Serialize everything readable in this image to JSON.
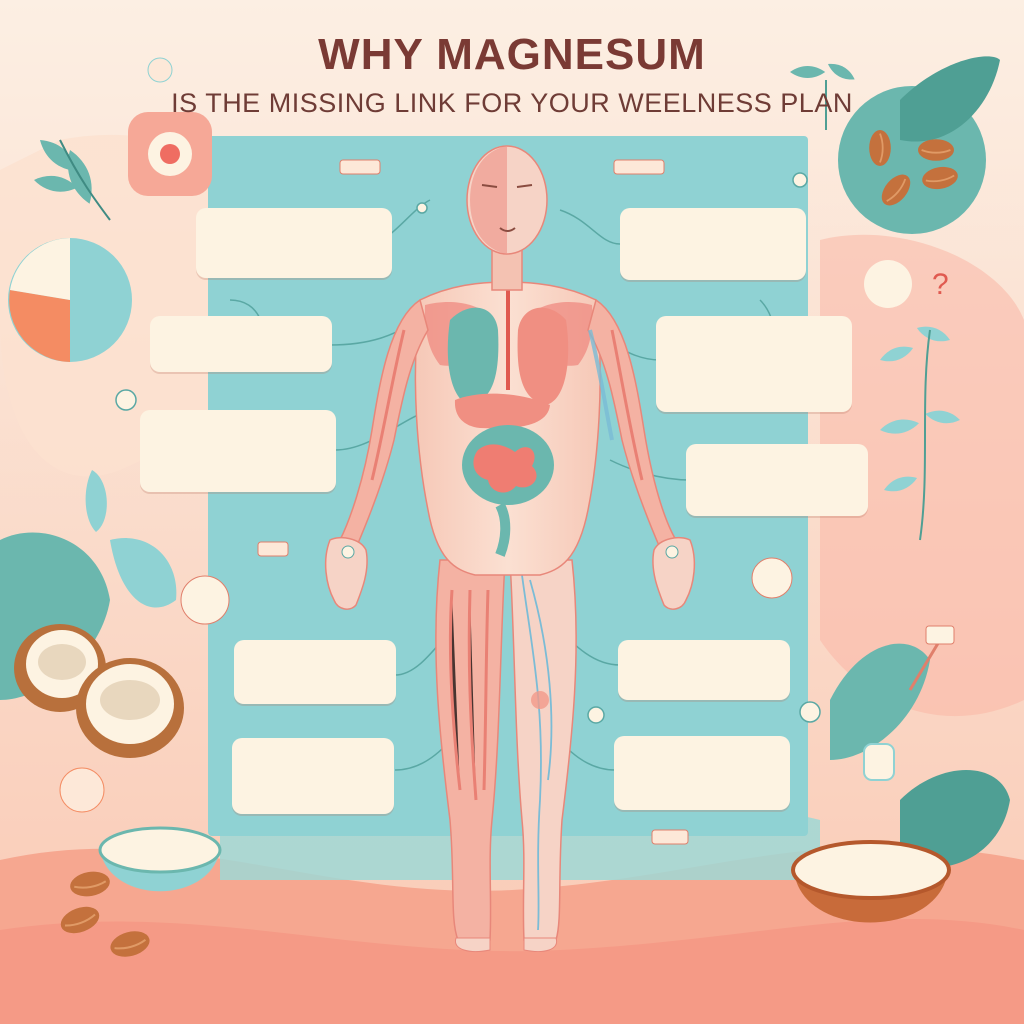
{
  "header": {
    "title": "WHY MAGNESUM",
    "subtitle": "IS THE MISSING LINK FOR YOUR WEELNESS PLAN"
  },
  "panels": [
    {
      "id": "panel-left-1",
      "text": ""
    },
    {
      "id": "panel-left-2",
      "text": ""
    },
    {
      "id": "panel-left-3",
      "text": ""
    },
    {
      "id": "panel-left-4",
      "text": ""
    },
    {
      "id": "panel-left-5",
      "text": ""
    },
    {
      "id": "panel-right-1",
      "text": ""
    },
    {
      "id": "panel-right-2",
      "text": ""
    },
    {
      "id": "panel-right-3",
      "text": ""
    },
    {
      "id": "panel-right-4",
      "text": ""
    },
    {
      "id": "panel-right-5",
      "text": ""
    }
  ],
  "colors": {
    "background": "#fbe3d2",
    "chart_board": "#8fd2d3",
    "panel": "#fdf3e2",
    "muscle": "#ef8a80",
    "teal": "#6bb7ae",
    "title": "#7a3a34",
    "almond": "#c4713d"
  },
  "icons": [
    "leaf-icon",
    "almond-icon",
    "coconut-icon",
    "bowl-icon",
    "question-icon",
    "tooth-icon",
    "brain-icon"
  ]
}
